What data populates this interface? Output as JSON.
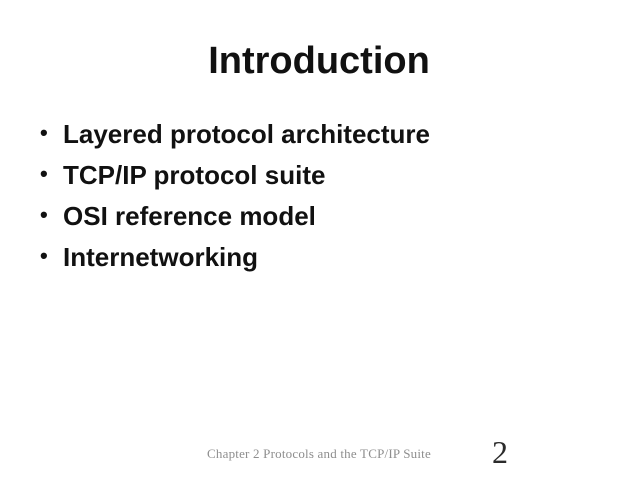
{
  "slide": {
    "title": "Introduction",
    "bullets": [
      "Layered protocol architecture",
      "TCP/IP protocol suite",
      "OSI reference model",
      "Internetworking"
    ],
    "bullet_glyph": "•",
    "footer": "Chapter 2 Protocols and the TCP/IP Suite",
    "page_number": "2",
    "colors": {
      "background": "#ffffff",
      "body_text": "#111111",
      "footer_text": "#8e8e8e",
      "page_number_text": "#2b2b2b"
    }
  }
}
